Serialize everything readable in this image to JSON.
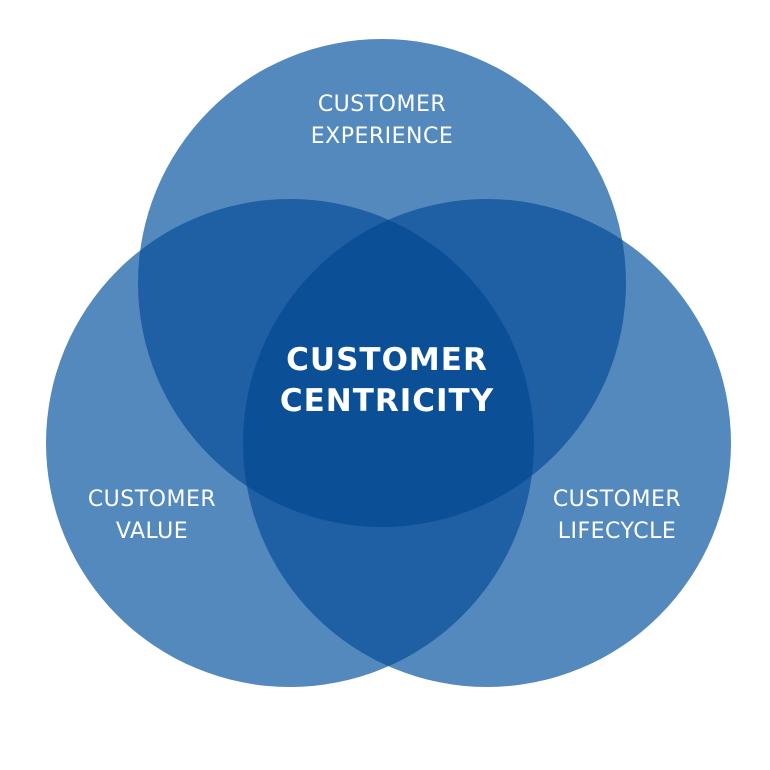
{
  "diagram": {
    "type": "venn",
    "colors": {
      "circle_fill": "#5489bd",
      "pair_overlap": "#1f5fa4",
      "center_overlap": "#0b5097",
      "text": "#ffffff",
      "background": "#ffffff"
    },
    "circles": [
      {
        "id": "experience",
        "label_line1": "CUSTOMER",
        "label_line2": "EXPERIENCE"
      },
      {
        "id": "value",
        "label_line1": "CUSTOMER",
        "label_line2": "VALUE"
      },
      {
        "id": "lifecycle",
        "label_line1": "CUSTOMER",
        "label_line2": "LIFECYCLE"
      }
    ],
    "center": {
      "label_line1": "CUSTOMER",
      "label_line2": "CENTRICITY"
    }
  }
}
